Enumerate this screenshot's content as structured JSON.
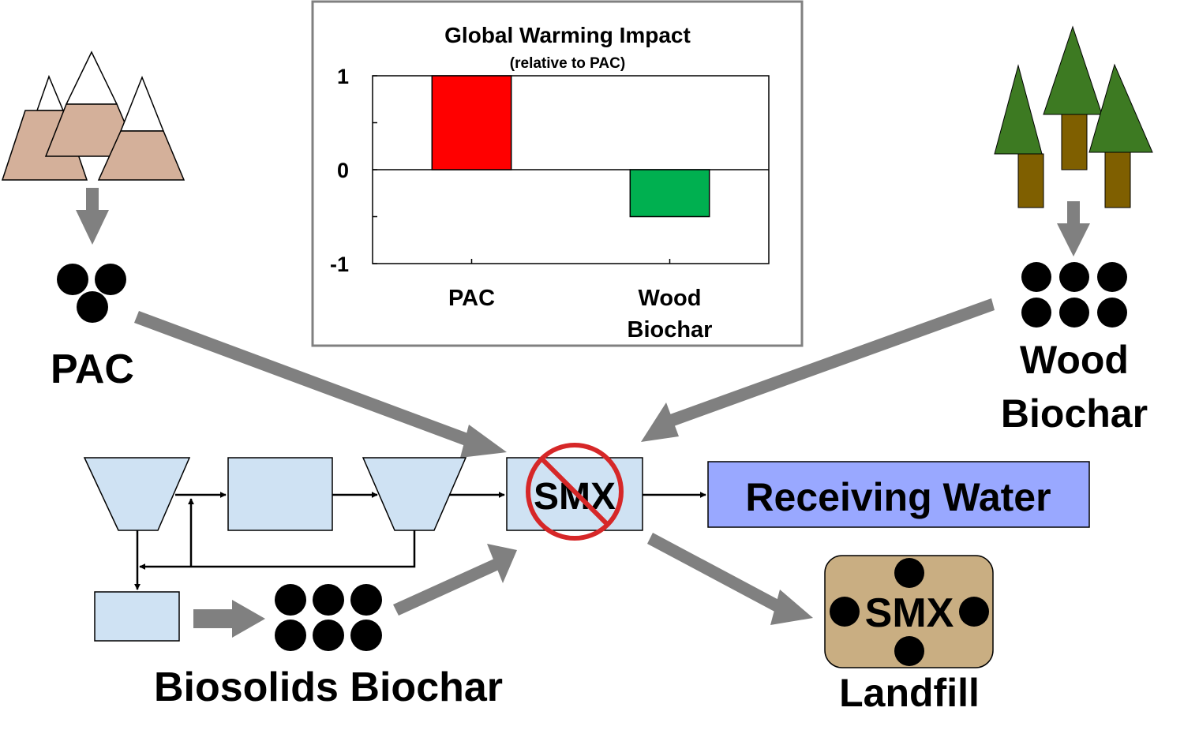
{
  "labels": {
    "pac": "PAC",
    "wood_line1": "Wood",
    "wood_line2": "Biochar",
    "biosolids": "Biosolids Biochar",
    "landfill": "Landfill",
    "receiving_water": "Receiving Water",
    "smx_treatment": "SMX",
    "smx_landfill": "SMX"
  },
  "chart_data": {
    "type": "bar",
    "title": "Global Warming Impact",
    "subtitle": "(relative to PAC)",
    "categories": [
      "PAC",
      "Wood Biochar"
    ],
    "category_lines": [
      [
        "PAC"
      ],
      [
        "Wood",
        "Biochar"
      ]
    ],
    "values": [
      1.0,
      -0.5
    ],
    "ylim": [
      -1,
      1
    ],
    "yticks": [
      -1,
      -0.5,
      0,
      0.5,
      1
    ],
    "ytick_labels": [
      "-1",
      "",
      "0",
      "",
      "1"
    ],
    "colors": [
      "#ff0000",
      "#00b050"
    ]
  },
  "colors": {
    "arrow_gray": "#808080",
    "process_fill": "#cfe2f3",
    "receiving_water_fill": "#99a8ff",
    "landfill_fill": "#c9ae82",
    "mountain_fill": "#d4b09a",
    "tree_green": "#3d7a22",
    "trunk_brown": "#7f5f00",
    "no_symbol_red": "#d62728"
  },
  "icons": [
    "mountains-icon",
    "trees-icon",
    "particle-cluster-icon",
    "no-symbol-icon"
  ]
}
